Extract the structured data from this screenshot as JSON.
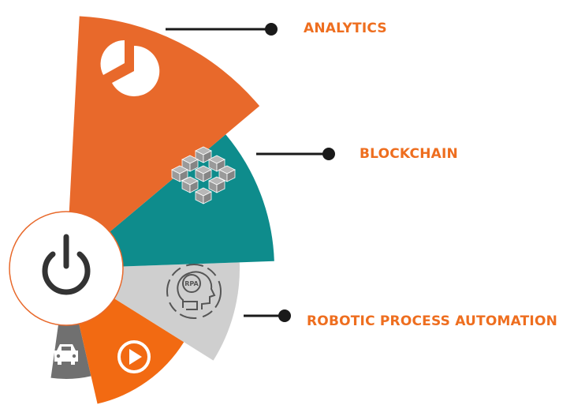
{
  "colors": {
    "analytics": "#E8692B",
    "blockchain": "#0E8C8C",
    "rpa": "#CFCFCF",
    "video": "#F26A12",
    "car": "#707070",
    "label_text": "#EE6E1F",
    "connector": "#1A1A1A",
    "power_icon": "#333333"
  },
  "labels": {
    "analytics": "ANALYTICS",
    "blockchain": "BLOCKCHAIN",
    "rpa": "ROBOTIC PROCESS AUTOMATION"
  },
  "icons": {
    "analytics": "pie-chart-icon",
    "blockchain": "blockchain-cubes-icon",
    "rpa": "rpa-head-icon",
    "video": "play-icon",
    "car": "car-icon",
    "center": "power-icon"
  },
  "icon_text": {
    "rpa": "RPA"
  }
}
